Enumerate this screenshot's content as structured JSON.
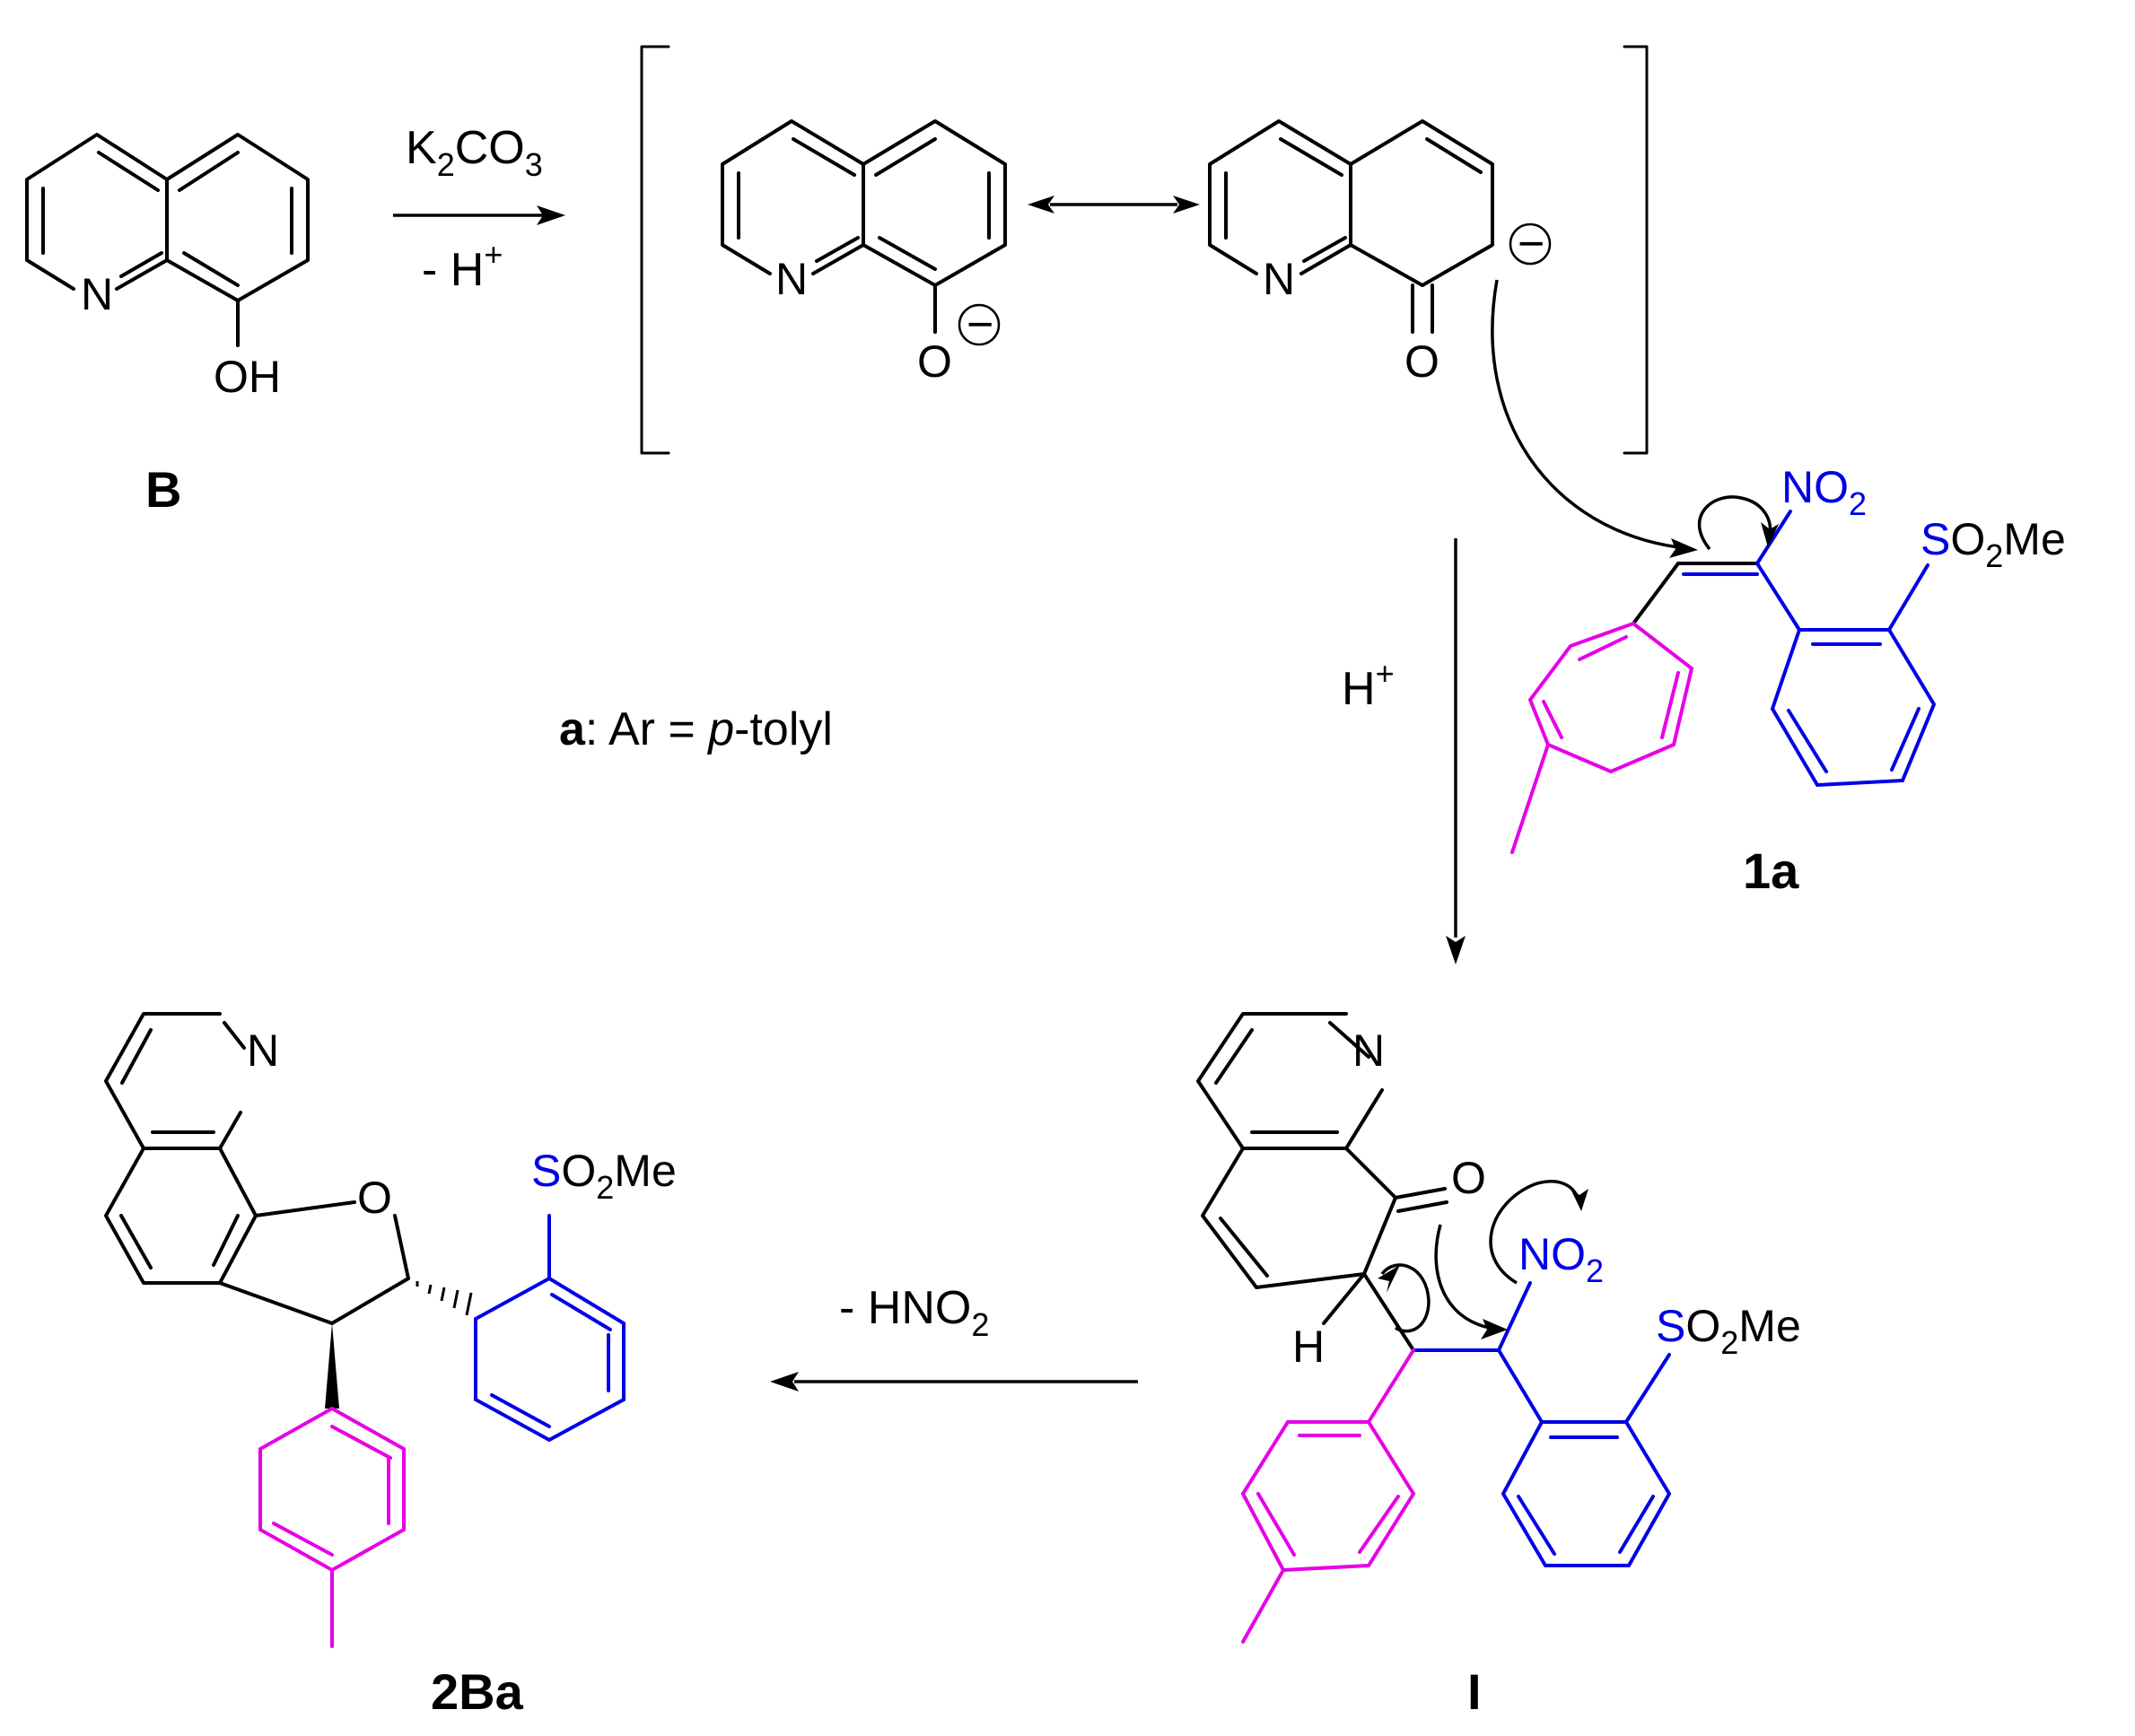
{
  "colors": {
    "bond": "#000000",
    "aryl_highlight": "#e600e6",
    "sulfonyl_highlight": "#0000e6"
  },
  "labels": {
    "start": "B",
    "nitroalkene": "1a",
    "intermediate": "I",
    "product": "2Ba"
  },
  "conditions": {
    "step1_reagent": "K2CO3",
    "step1_reagent_base": "K",
    "step1_reagent_sub1": "2",
    "step1_reagent_mid": "CO",
    "step1_reagent_sub2": "3",
    "step1_loss": "- H",
    "step1_loss_sup": "+",
    "step2": "H",
    "step2_sup": "+",
    "step3": "- HNO",
    "step3_sub": "2"
  },
  "note": {
    "bold": "a",
    "text": ": Ar = ",
    "italic": "p",
    "text2": "-tolyl"
  },
  "atoms": {
    "N": "N",
    "O": "O",
    "OH": "OH",
    "H": "H",
    "charge": "−",
    "NO": "NO",
    "two": "2",
    "S": "S",
    "O2Me_O": "O",
    "Me": "Me"
  }
}
